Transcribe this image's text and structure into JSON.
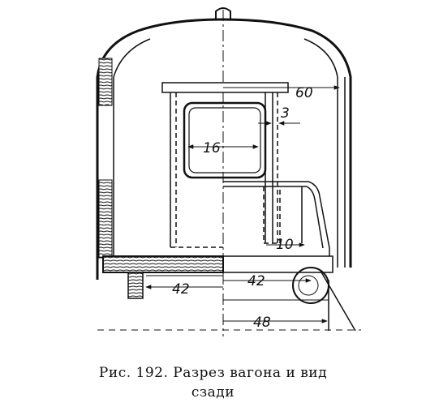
{
  "figure": {
    "dimensions": {
      "d60": "60",
      "d3": "3",
      "d16": "16",
      "d10": "10",
      "d42_left": "42",
      "d42_right": "42",
      "d48": "48"
    },
    "caption_line1": "Рис. 192. Разрез вагона и вид",
    "caption_line2": "сзади"
  }
}
